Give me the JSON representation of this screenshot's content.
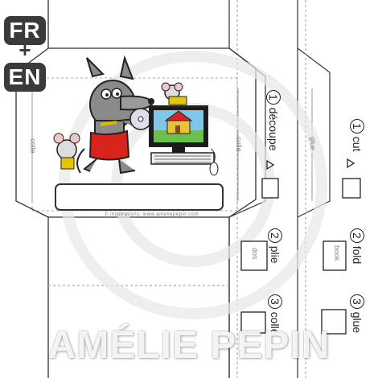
{
  "badges": {
    "lang_top": "FR",
    "plus": "+",
    "lang_bottom": "EN"
  },
  "left_card": {
    "glue_label": "colle",
    "credit": "© illustrations: www.ameliepepin.com"
  },
  "middle_card": {
    "steps": [
      {
        "num": "1",
        "label": "découpe"
      },
      {
        "num": "2",
        "label": "plie"
      },
      {
        "num": "3",
        "label": "colle"
      }
    ],
    "book_label": "dos"
  },
  "right_card": {
    "steps": [
      {
        "num": "1",
        "label": "cut"
      },
      {
        "num": "2",
        "label": "fold"
      },
      {
        "num": "3",
        "label": "glue"
      }
    ],
    "glue_label": "glue",
    "book_label": "book"
  },
  "watermark": "AMÉLIE PEPIN",
  "colors": {
    "badge_bg": "#3a3a3a",
    "wolf": "#7f7f7f",
    "shorts": "#d9231d",
    "line": "#333333"
  }
}
